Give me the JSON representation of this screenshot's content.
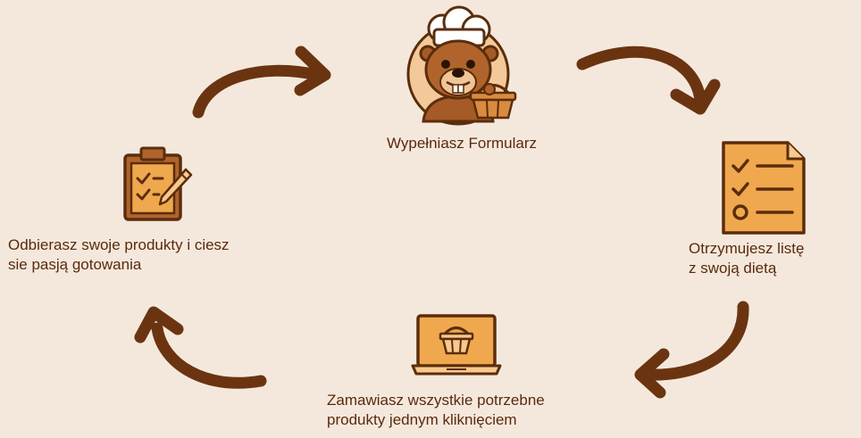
{
  "steps": [
    {
      "icon": "beaver-chef-icon",
      "lines": [
        "Wypełniasz Formularz"
      ]
    },
    {
      "icon": "document-checklist-icon",
      "lines": [
        "Otrzymujesz listę",
        "z swoją dietą"
      ]
    },
    {
      "icon": "laptop-basket-icon",
      "lines": [
        "Zamawiasz wszystkie potrzebne",
        "produkty jednym kliknięciem"
      ]
    },
    {
      "icon": "clipboard-pencil-icon",
      "lines": [
        "Odbierasz swoje produkty i ciesz",
        "sie pasją gotowania"
      ]
    }
  ],
  "colors": {
    "background": "#f4e8dd",
    "arrow": "#6b3410",
    "icon_fill": "#f0a84e",
    "outline": "#5b2d0c"
  }
}
